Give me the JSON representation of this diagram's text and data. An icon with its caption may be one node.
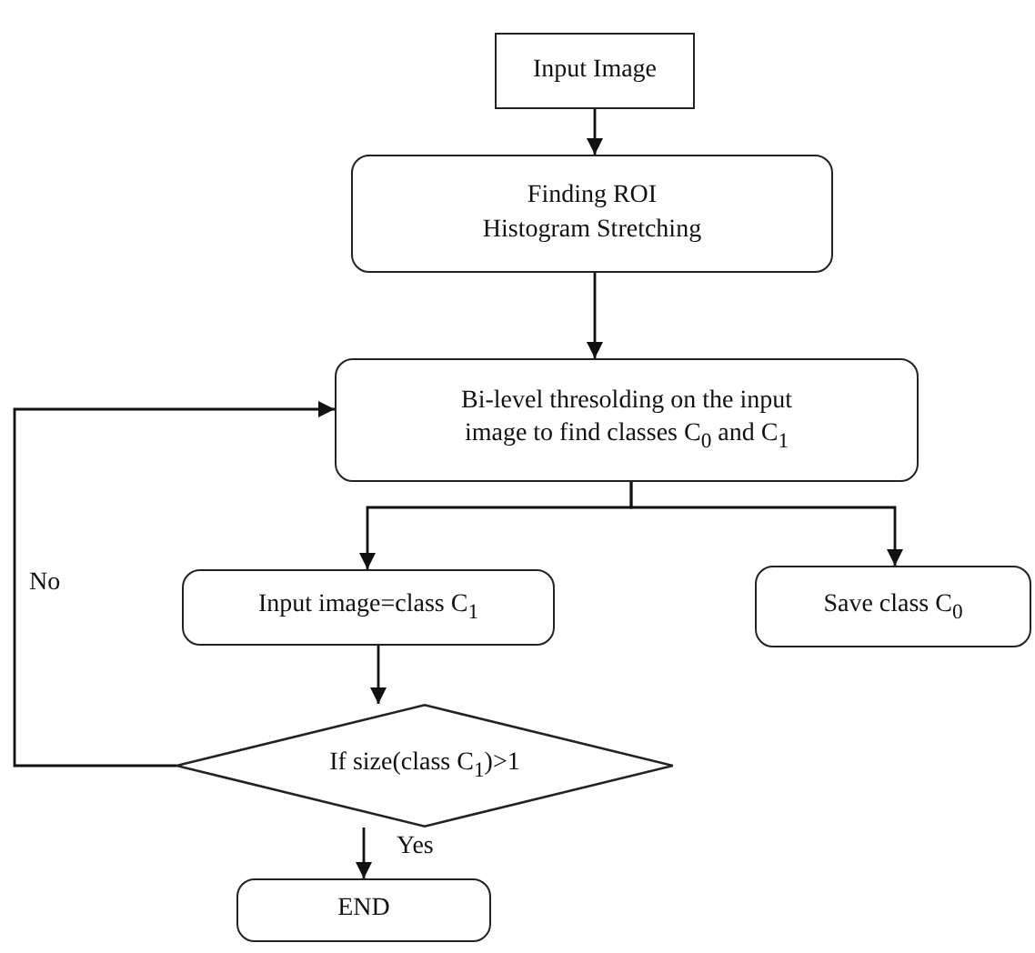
{
  "diagram": {
    "nodes": [
      {
        "text": [
          "Input Image"
        ]
      },
      {
        "text": [
          "Finding ROI",
          "Histogram Stretching"
        ]
      },
      {
        "text": [
          "Bi-level thresolding on the input image to find classes C$_{0}$ and C$_{1}$"
        ]
      },
      {
        "text": [
          "Input image=class C$_{1}$"
        ]
      },
      {
        "text": [
          "Save class C$_{0}$"
        ]
      },
      {
        "text": [
          "If size(class C$_{1}$)>1"
        ]
      },
      {
        "text": [
          "END"
        ]
      }
    ],
    "edges": [
      {
        "from": 0,
        "to": 1,
        "arrow": "to"
      },
      {
        "from": 1,
        "to": 2,
        "arrow": "to"
      },
      {
        "from": 2,
        "to": 3,
        "arrow": "to"
      },
      {
        "from": 2,
        "to": 4,
        "arrow": "to"
      },
      {
        "from": 3,
        "to": 5,
        "arrow": "to"
      },
      {
        "from": 5,
        "to": 6,
        "label": "Yes",
        "arrow": "to"
      },
      {
        "from": 5,
        "to": 2,
        "label": "No",
        "arrow": "to"
      }
    ]
  }
}
